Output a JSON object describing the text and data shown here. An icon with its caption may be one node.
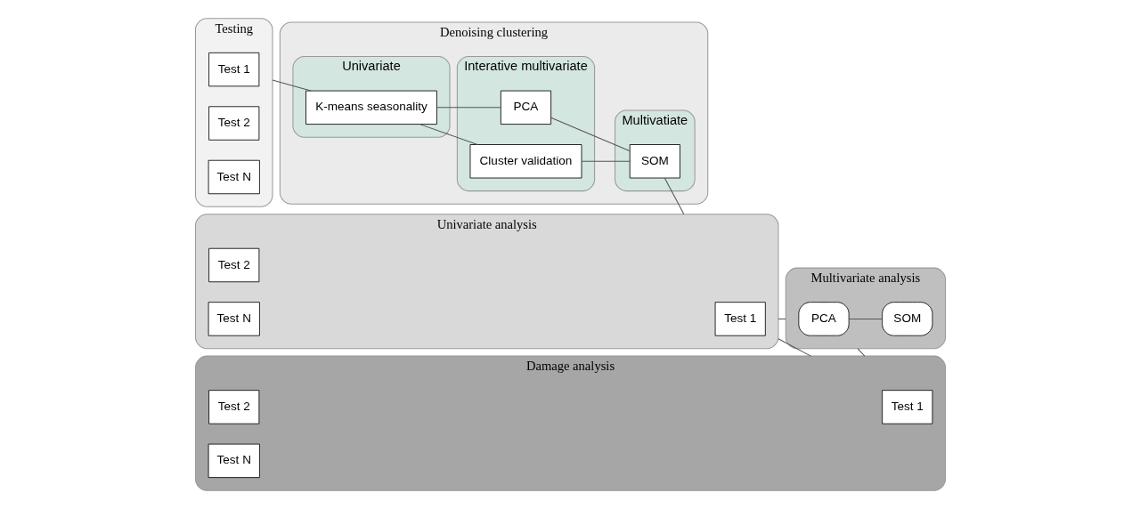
{
  "diagram": {
    "nodes": [
      {
        "text": [
          "Testing"
        ]
      },
      {
        "text": [
          "Test 1"
        ],
        "in": 0
      },
      {
        "text": [
          "Test 2"
        ],
        "in": 0
      },
      {
        "text": [
          "Test N"
        ],
        "in": 0
      },
      {
        "text": [
          "Denoising clustering"
        ]
      },
      {
        "text": [
          "Univariate"
        ],
        "in": 4
      },
      {
        "text": [
          "K-means seasonality"
        ],
        "in": 5
      },
      {
        "text": [
          "Interative multivariate"
        ],
        "in": 4
      },
      {
        "text": [
          "PCA"
        ],
        "in": 7
      },
      {
        "text": [
          "Cluster validation"
        ],
        "in": 7
      },
      {
        "text": [
          "Multivatiate"
        ],
        "in": 4
      },
      {
        "text": [
          "SOM"
        ],
        "in": 10
      },
      {
        "text": [
          "Univariate analysis"
        ]
      },
      {
        "text": [
          "Test 1"
        ],
        "in": 12
      },
      {
        "text": [
          "Test 2"
        ],
        "in": 12
      },
      {
        "text": [
          "Test N"
        ],
        "in": 12
      },
      {
        "text": [
          "Multivariate analysis"
        ]
      },
      {
        "text": [
          "PCA"
        ],
        "in": 16
      },
      {
        "text": [
          "SOM"
        ],
        "in": 16
      },
      {
        "text": [
          "Damage analysis"
        ]
      },
      {
        "text": [
          "Test 1"
        ],
        "in": 19
      },
      {
        "text": [
          "Test 2"
        ],
        "in": 19
      },
      {
        "text": [
          "Test N"
        ],
        "in": 19
      }
    ],
    "edges": [
      {
        "from": 0,
        "to": 6,
        "arrow": "none"
      },
      {
        "from": 6,
        "to": 8,
        "arrow": "none"
      },
      {
        "from": 6,
        "to": 9,
        "arrow": "none"
      },
      {
        "from": 8,
        "to": 11,
        "arrow": "none"
      },
      {
        "from": 9,
        "to": 11,
        "arrow": "none"
      },
      {
        "from": 11,
        "to": 12,
        "arrow": "none"
      },
      {
        "from": 12,
        "to": 16,
        "arrow": "none"
      },
      {
        "from": 17,
        "to": 18,
        "arrow": "none"
      },
      {
        "from": 12,
        "to": 19,
        "arrow": "none"
      },
      {
        "from": 16,
        "to": 19,
        "arrow": "none"
      }
    ]
  }
}
